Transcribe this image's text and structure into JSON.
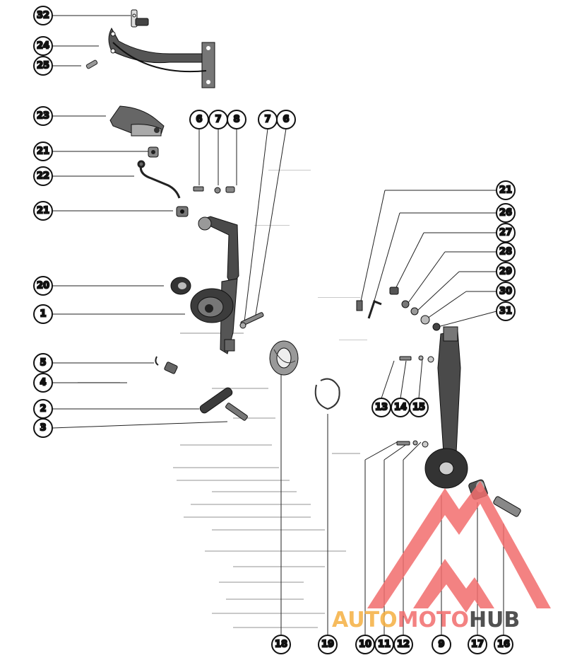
{
  "callouts": {
    "c32": "32",
    "c24": "24",
    "c25": "25",
    "c23": "23",
    "c21a": "21",
    "c22": "22",
    "c21b": "21",
    "c20": "20",
    "c1": "1",
    "c5": "5",
    "c4": "4",
    "c2": "2",
    "c3": "3",
    "c6a": "6",
    "c7a": "7",
    "c8": "8",
    "c7b": "7",
    "c6b": "6",
    "c21c": "21",
    "c26": "26",
    "c27": "27",
    "c28": "28",
    "c29": "29",
    "c30": "30",
    "c31": "31",
    "c13": "13",
    "c14": "14",
    "c15": "15",
    "c18": "18",
    "c19": "19",
    "c10": "10",
    "c11": "11",
    "c12": "12",
    "c9": "9",
    "c17": "17",
    "c16": "16"
  },
  "watermark": {
    "prefix": "AUTO",
    "middle": "MOTO",
    "suffix": "HUB",
    "colors": {
      "logo": "#f26d6d",
      "prefix": "#f5b041",
      "middle": "#f26d6d",
      "suffix": "#333333"
    },
    "icon": "triangle-m-logo"
  }
}
